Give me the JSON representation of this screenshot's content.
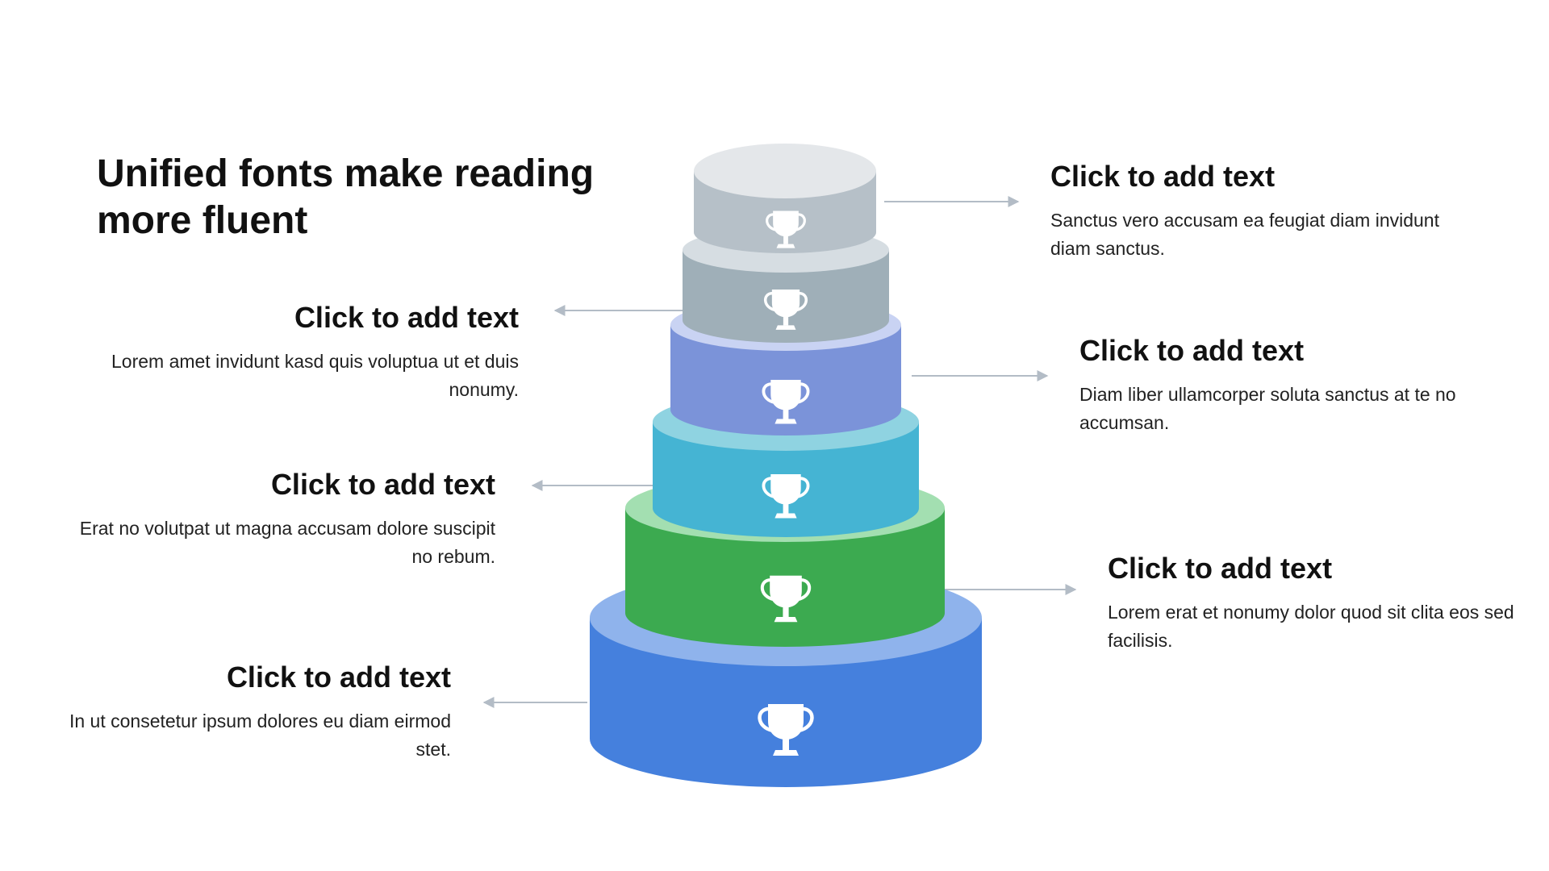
{
  "title": "Unified fonts make reading more fluent",
  "colors": {
    "tier_1": {
      "top": "#e4e7ea",
      "side": "#b6c0c8"
    },
    "tier_2": {
      "top": "#d6dde2",
      "side": "#9fafb8"
    },
    "tier_3": {
      "top": "#c9d3f3",
      "side": "#7b93d9"
    },
    "tier_4": {
      "top": "#8fd3e1",
      "side": "#45b4d3"
    },
    "tier_5": {
      "top": "#a3dfb1",
      "side": "#3caa50"
    },
    "tier_6": {
      "top": "#8fb3ec",
      "side": "#4580dd"
    },
    "connector": "#b3bcc6"
  },
  "tiers": [
    {
      "icon": "trophy-icon"
    },
    {
      "icon": "trophy-icon"
    },
    {
      "icon": "trophy-icon"
    },
    {
      "icon": "trophy-icon"
    },
    {
      "icon": "trophy-icon"
    },
    {
      "icon": "trophy-icon"
    }
  ],
  "callouts": [
    {
      "heading": "Click to add text",
      "body": "Sanctus vero accusam ea feugiat diam invidunt diam sanctus."
    },
    {
      "heading": "Click to add text",
      "body": "Lorem amet invidunt kasd quis voluptua ut et duis nonumy."
    },
    {
      "heading": "Click to add text",
      "body": "Diam liber ullamcorper soluta sanctus at te no accumsan."
    },
    {
      "heading": "Click to add text",
      "body": "Erat no volutpat ut magna accusam dolore suscipit no rebum."
    },
    {
      "heading": "Click to add text",
      "body": "Lorem erat et nonumy dolor quod sit clita eos sed facilisis."
    },
    {
      "heading": "Click to add text",
      "body": "In ut consetetur ipsum dolores eu diam eirmod stet."
    }
  ]
}
